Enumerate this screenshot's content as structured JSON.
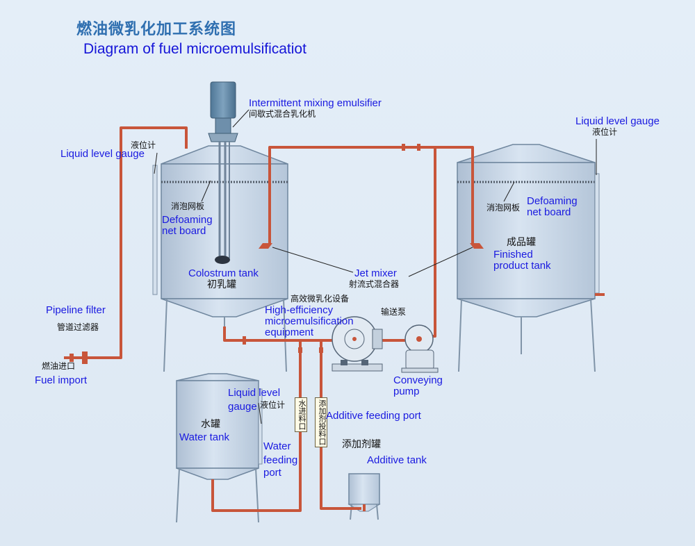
{
  "title": {
    "cn": "燃油微乳化加工系统图",
    "en": "Diagram of fuel microemulsificatiot"
  },
  "labels": {
    "mixer_en": "Intermittent mixing emulsifier",
    "mixer_cn": "间歇式混合乳化机",
    "level_left_en": "Liquid level gauge",
    "level_left_cn": "液位计",
    "level_right_en": "Liquid level gauge",
    "level_right_cn": "液位计",
    "defoam_left_cn": "消泡网板",
    "defoam_left_en_1": "Defoaming",
    "defoam_left_en_2": "net board",
    "defoam_right_cn": "消泡网板",
    "defoam_right_en_1": "Defoaming",
    "defoam_right_en_2": "net board",
    "colostrum_en": "Colostrum tank",
    "colostrum_cn": "初乳罐",
    "finished_cn": "成品罐",
    "finished_en_1": "Finished",
    "finished_en_2": "product tank",
    "jet_en": "Jet mixer",
    "jet_cn": "射流式混合器",
    "filter_en": "Pipeline filter",
    "filter_cn": "管道过滤器",
    "fuel_cn": "燃油进口",
    "fuel_en": "Fuel import",
    "he_cn": "高效微乳化设备",
    "he_en_1": "High-efficiency",
    "he_en_2": "microemulsification",
    "he_en_3": "equipment",
    "pump_cn": "输送泵",
    "pump_en_1": "Conveying",
    "pump_en_2": "pump",
    "level_water_en_1": "Liquid level",
    "level_water_en_2": "gauge",
    "level_water_cn": "液位计",
    "water_tank_cn": "水罐",
    "water_tank_en": "Water tank",
    "water_port_cn": "水进料口",
    "water_port_en_1": "Water",
    "water_port_en_2": "feeding",
    "water_port_en_3": "port",
    "additive_port_cn": "添加剂投料口",
    "additive_port_en": "Additive feeding port",
    "additive_tank_cn": "添加剂罐",
    "additive_tank_en": "Additive tank"
  },
  "colors": {
    "pipe": "#c8553a",
    "tank_fill": "#c9d9eb",
    "tank_stroke": "#6f869e",
    "label_blue": "#1a1ae0"
  }
}
